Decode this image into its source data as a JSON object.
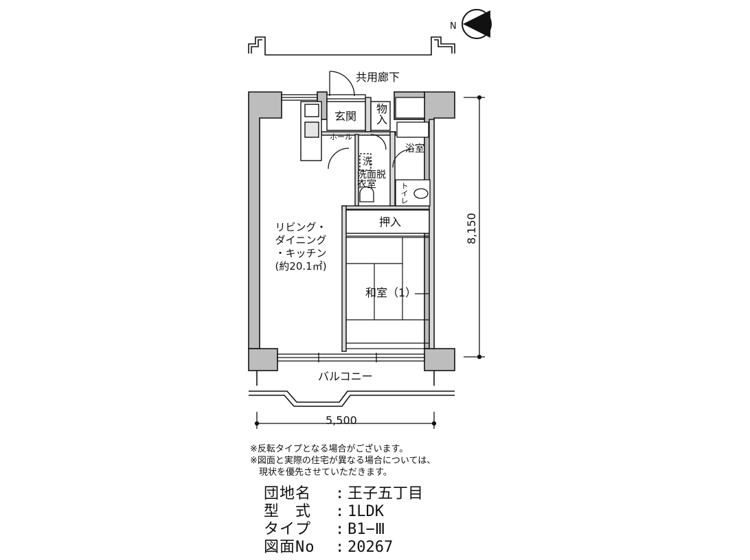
{
  "compass": {
    "north_label": "N"
  },
  "rooms": {
    "corridor": "共用廊下",
    "entrance": "玄関",
    "storage": "物入",
    "hall": "ホール",
    "bath": "浴室",
    "washer": "洗",
    "washroom": "洗面脱衣室",
    "toilet": "トイレ",
    "closet": "押入",
    "ldk": [
      "リビング・",
      "ダイニング",
      "・キッチン",
      "(約20.1㎡)"
    ],
    "washitsu": "和室（1）",
    "balcony": "バルコニー"
  },
  "dimensions": {
    "width": "5,500",
    "depth": "8,150"
  },
  "notes": [
    "※反転タイプとなる場合がございます。",
    "※図面と実際の住宅が異なる場合については、",
    "　現状を優先させていただきます。"
  ],
  "info": [
    {
      "key": "団地名",
      "value": "王子五丁目"
    },
    {
      "key": "型　式",
      "value": "1LDK"
    },
    {
      "key": "タイプ",
      "value": "B1−Ⅲ"
    },
    {
      "key": "図面No",
      "value": "20267"
    }
  ]
}
